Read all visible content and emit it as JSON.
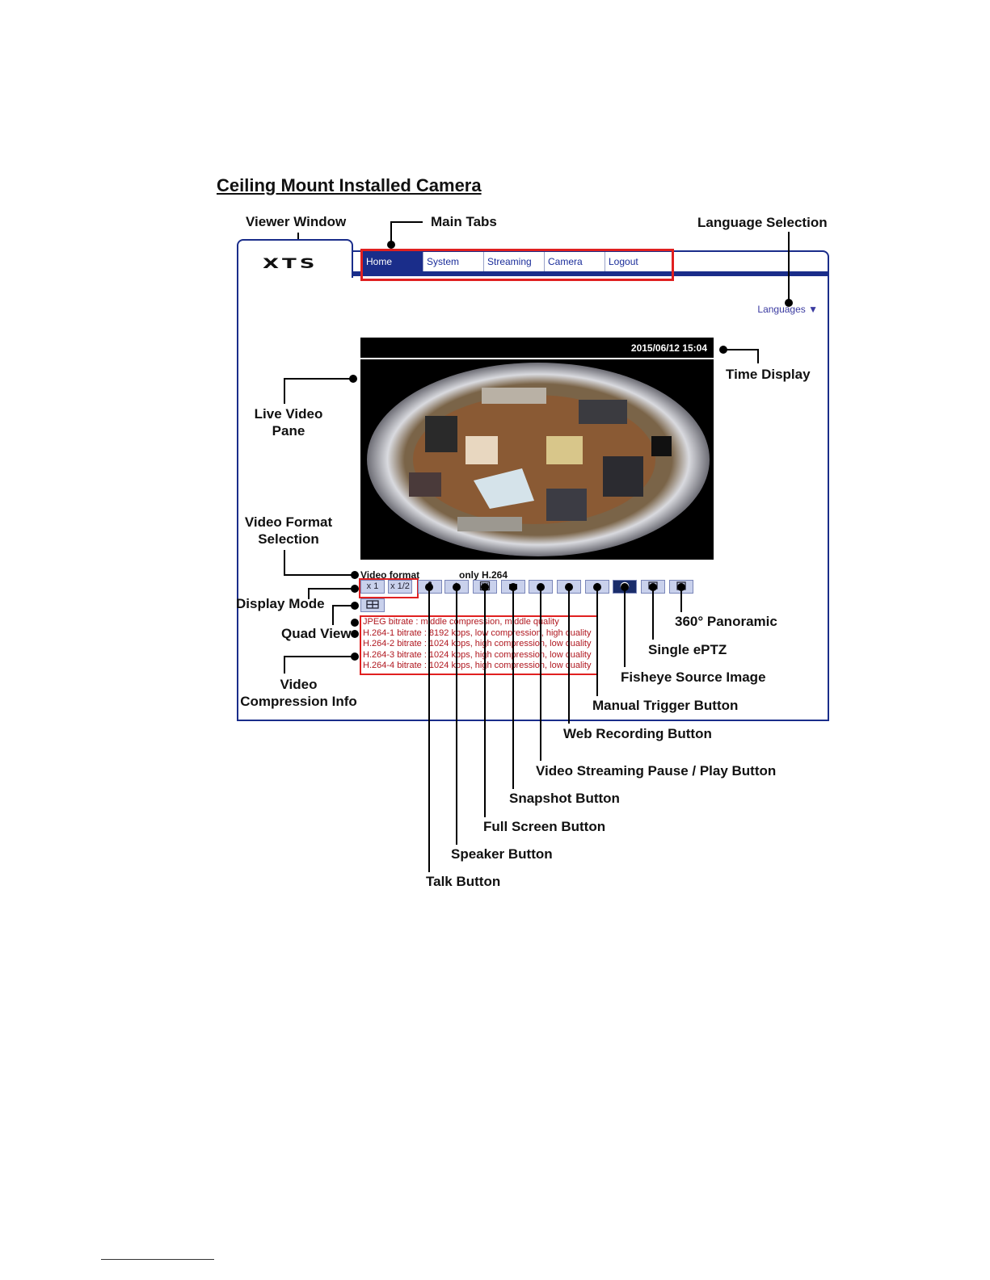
{
  "heading": "Ceiling Mount Installed Camera",
  "viewer": {
    "logo": "XTS",
    "tabs": [
      "Home",
      "System",
      "Streaming",
      "Camera",
      "Logout"
    ],
    "active_tab": "Home",
    "languages_label": "Languages ▼",
    "timestamp": "2015/06/12 15:04",
    "video_format_label": "Video format",
    "video_format_value": "only H.264",
    "display_modes": [
      "x 1",
      "x 1/2"
    ],
    "compression_info": [
      "JPEG bitrate : middle compression, middle quality",
      "H.264-1 bitrate : 8192 kbps, low compression, high quality",
      "H.264-2 bitrate : 1024 kbps, high compression, low quality",
      "H.264-3 bitrate : 1024 kbps, high compression, low quality",
      "H.264-4 bitrate : 1024 kbps, high compression, low quality"
    ],
    "icons": [
      "microphone-icon",
      "speaker-icon",
      "fullscreen-icon",
      "camera-icon",
      "stop-icon",
      "record-icon",
      "bell-icon",
      "fisheye-icon",
      "monitor-icon",
      "panorama-icon",
      "quad-view-icon"
    ]
  },
  "callouts": {
    "viewer_window": "Viewer Window",
    "main_tabs": "Main Tabs",
    "language_selection": "Language Selection",
    "time_display": "Time Display",
    "live_video_pane_1": "Live Video",
    "live_video_pane_2": "Pane",
    "video_format_1": "Video Format",
    "video_format_2": "Selection",
    "display_mode": "Display Mode",
    "quad_view": "Quad View",
    "video_compression_1": "Video",
    "video_compression_2": "Compression Info",
    "panoramic": "360° Panoramic",
    "single_eptz": "Single ePTZ",
    "fisheye_source": "Fisheye Source Image",
    "manual_trigger": "Manual Trigger Button",
    "web_recording": "Web Recording Button",
    "pause_play": "Video Streaming Pause / Play Button",
    "snapshot": "Snapshot Button",
    "full_screen": "Full Screen Button",
    "speaker": "Speaker Button",
    "talk": "Talk Button"
  }
}
